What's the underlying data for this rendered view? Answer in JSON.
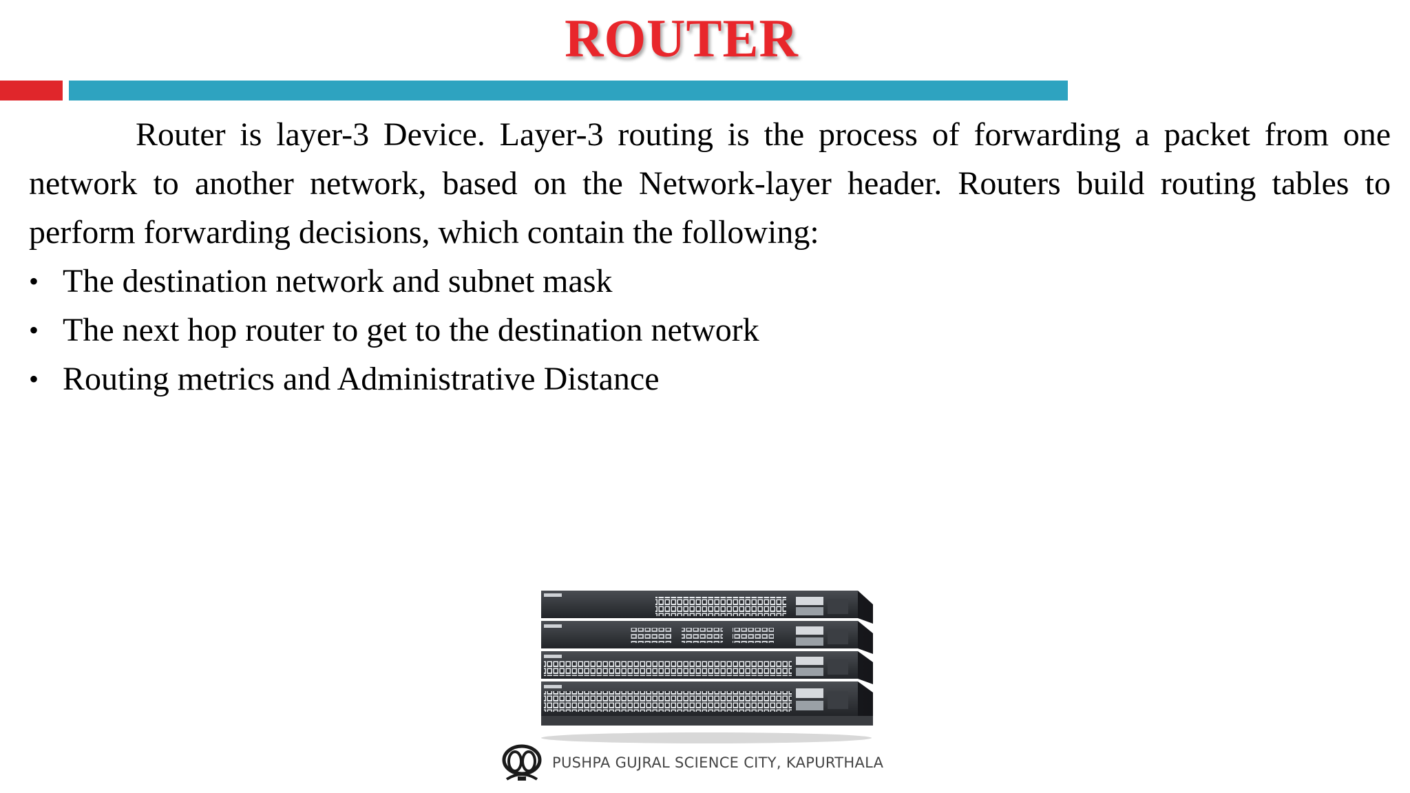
{
  "slide": {
    "title": "ROUTER",
    "paragraph": "Router is layer-3 Device. Layer-3 routing is the process of forwarding a packet from one network to another network, based on the Network-layer header. Routers build routing tables to perform forwarding decisions, which contain the following:",
    "bullet_symbol": "•",
    "bullets": [
      "The destination network and subnet mask",
      "The next hop router to get to the destination network",
      "Routing metrics and Administrative Distance"
    ]
  },
  "image": {
    "subject": "stacked-network-switches-photo"
  },
  "footer": {
    "logo_icon": "science-city-logo-icon",
    "text": "PUSHPA GUJRAL SCIENCE CITY, KAPURTHALA"
  },
  "colors": {
    "title": "#e8262b",
    "accent_red": "#e0262b",
    "accent_teal": "#2ea3c0"
  }
}
